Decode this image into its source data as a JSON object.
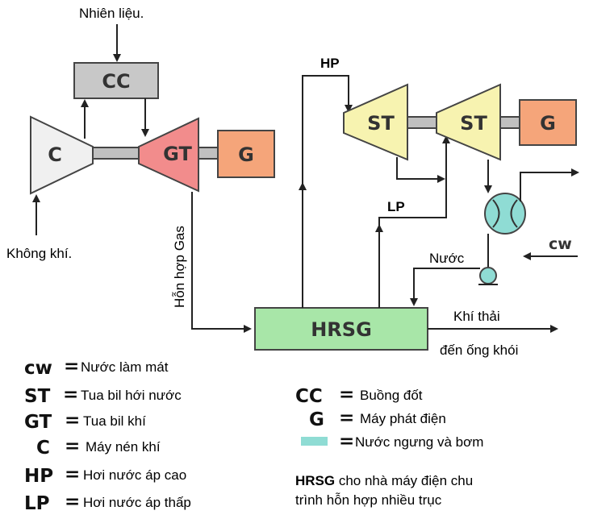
{
  "nodes": {
    "cc": "CC",
    "c": "C",
    "gt": "GT",
    "g1": "G",
    "st1": "ST",
    "st2": "ST",
    "g2": "G",
    "hrsg": "HRSG"
  },
  "labels": {
    "fuel": "Nhiên liệu.",
    "air": "Không khí.",
    "gas_mix": "Hỗn hợp Gas",
    "hp": "HP",
    "lp": "LP",
    "water": "Nước",
    "cw": "cw",
    "exhaust_1": "Khí thải",
    "exhaust_2": "đến ống khói"
  },
  "legend_left": [
    {
      "key": "cw",
      "eq": "=",
      "value": "Nước làm mát"
    },
    {
      "key": "ST",
      "eq": "=",
      "value": "Tua bil hới nước"
    },
    {
      "key": "GT",
      "eq": "=",
      "value": "Tua bil khí"
    },
    {
      "key": "C",
      "eq": "=",
      "value": "Máy nén khí"
    },
    {
      "key": "HP",
      "eq": "=",
      "value": "Hơi nước áp cao"
    },
    {
      "key": "LP",
      "eq": "=",
      "value": "Hơi nước áp thấp"
    }
  ],
  "legend_right": [
    {
      "key": "CC",
      "eq": "=",
      "value": "Buồng đốt"
    },
    {
      "key": "G",
      "eq": "=",
      "value": "Máy phát điện"
    },
    {
      "key": "",
      "eq": "=",
      "value": "Nước ngưng và bơm"
    }
  ],
  "note": {
    "bold": "HRSG",
    "rest": " cho nhà máy điện chu",
    "line2": "trình hỗn hợp nhiều trục"
  },
  "colors": {
    "cc_fill": "#c8c8c8",
    "compressor_fill": "#f0f0f0",
    "gt_fill": "#f28c8c",
    "generator_fill": "#f5a57a",
    "st_fill": "#f7f3b0",
    "hrsg_fill": "#a8e6a8",
    "pump_fill": "#8fdcd4",
    "shaft_fill": "#c0c0c0"
  }
}
